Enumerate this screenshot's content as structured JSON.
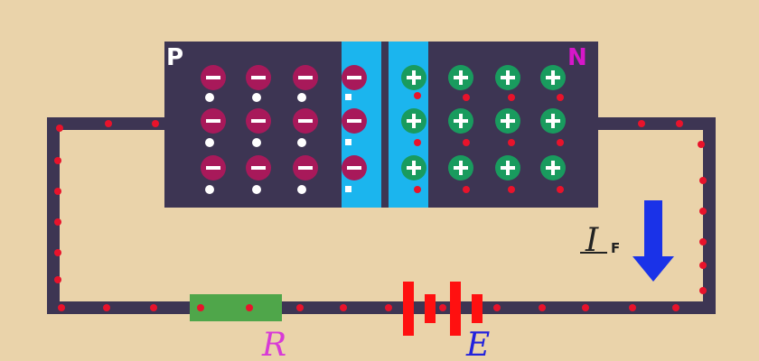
{
  "labels": {
    "p_region": "P",
    "n_region": "N",
    "resistor": "R",
    "battery": "E",
    "current_main": "I",
    "current_sub": "F"
  },
  "symbols": {
    "negative_ion": "−",
    "positive_ion": "+"
  },
  "icons": {
    "current_arrow": "arrow-down-icon",
    "battery": "battery-icon",
    "resistor": "resistor-icon"
  },
  "colors": {
    "background": "#ead3aa",
    "semiconductor": "#3d3553",
    "depletion_layer": "#1bb5ee",
    "negative_ion": "#a8195a",
    "positive_ion": "#199b5e",
    "carrier": "#e8132b",
    "hole": "#ffffff",
    "resistor": "#4fa64a",
    "battery": "#ff1010",
    "arrow": "#1a32e8",
    "label_pn": "#d617c9",
    "label_r": "#d83ad6",
    "label_e": "#2222dd"
  }
}
